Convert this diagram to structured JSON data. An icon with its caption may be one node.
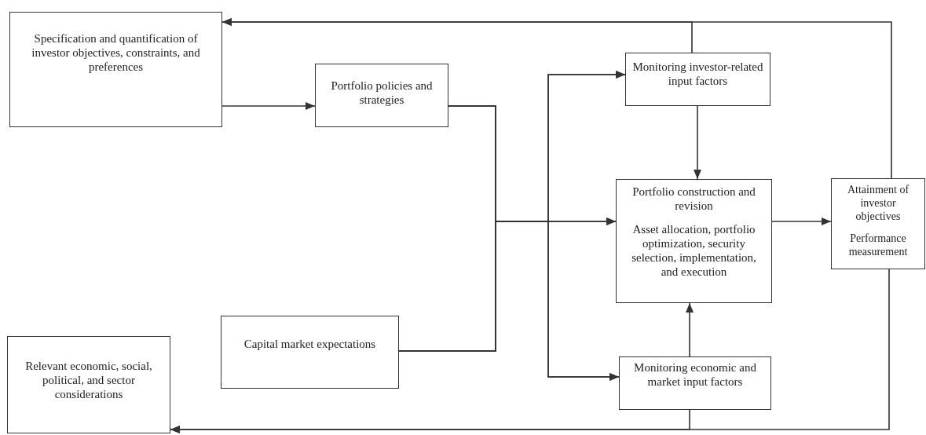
{
  "diagram": {
    "nodes": [
      {
        "text": [
          "Specification and quantification of investor objectives, constraints, and preferences"
        ]
      },
      {
        "text": [
          "Portfolio policies and strategies"
        ]
      },
      {
        "text": [
          "Relevant economic, social, political, and sector considerations"
        ]
      },
      {
        "text": [
          "Capital market expectations"
        ]
      },
      {
        "text": [
          "Monitoring investor-related input factors"
        ]
      },
      {
        "text": [
          "Portfolio construction and revision",
          "Asset allocation, portfolio optimization, security selection, implementation, and execution"
        ]
      },
      {
        "text": [
          "Attainment of investor objectives",
          "Performance measurement"
        ]
      },
      {
        "text": [
          "Monitoring economic and market input factors"
        ]
      }
    ],
    "edges": [
      {
        "from": 0,
        "to": 1,
        "arrow": "to"
      },
      {
        "from": 1,
        "to": 5,
        "arrow": "to"
      },
      {
        "from": 3,
        "to": 5,
        "arrow": "to"
      },
      {
        "from": 1,
        "to": 4,
        "arrow": "to"
      },
      {
        "from": 3,
        "to": 4,
        "arrow": "to"
      },
      {
        "from": 1,
        "to": 7,
        "arrow": "to"
      },
      {
        "from": 3,
        "to": 7,
        "arrow": "to"
      },
      {
        "from": 4,
        "to": 5,
        "arrow": "to"
      },
      {
        "from": 7,
        "to": 5,
        "arrow": "to"
      },
      {
        "from": 5,
        "to": 6,
        "arrow": "to"
      },
      {
        "from": 6,
        "to": 0,
        "arrow": "to"
      },
      {
        "from": 4,
        "to": 0,
        "arrow": "to"
      },
      {
        "from": 6,
        "to": 2,
        "arrow": "to"
      },
      {
        "from": 7,
        "to": 2,
        "arrow": "to"
      }
    ]
  }
}
